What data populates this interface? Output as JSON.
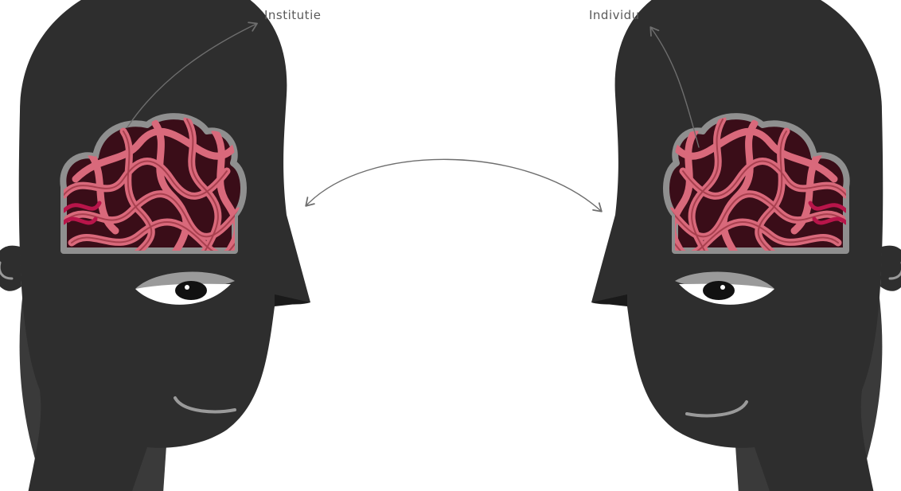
{
  "labels": {
    "left": "Institutie",
    "right": "Individu"
  },
  "colors": {
    "background": "#ffffff",
    "head": "#2e2e2e",
    "head_shadow": "#3a3a3a",
    "brain_outline": "#8f8f8f",
    "brain_dark": "#3a0d18",
    "brain_light": "#d9697b",
    "brain_highlight": "#b8154a",
    "eyelid": "#9a9a9a",
    "eye_white": "#ffffff",
    "pupil": "#111111",
    "arrow": "#6e6e6e",
    "label": "#5a5a5a"
  },
  "figures": [
    {
      "name": "left-head",
      "facing": "right"
    },
    {
      "name": "right-head",
      "facing": "left"
    }
  ]
}
